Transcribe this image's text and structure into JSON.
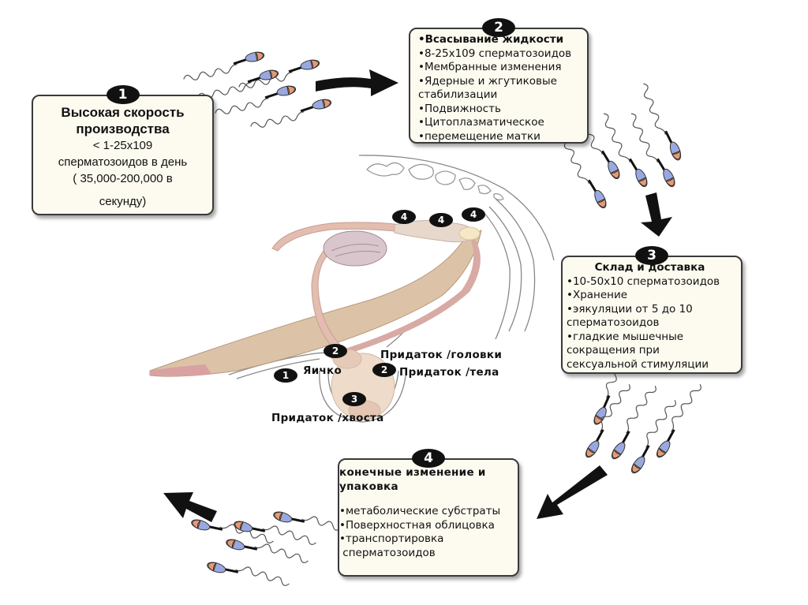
{
  "diagram": {
    "type": "process-cycle",
    "steps": [
      {
        "number": "1",
        "title_lines": [
          "Высокая скорость",
          "производства"
        ],
        "body_lines": [
          "< 1-25x109",
          "сперматозоидов в день",
          "( 35,000-200,000 в",
          "секунду)"
        ]
      },
      {
        "number": "2",
        "lines": [
          "•Всасывание жидкости",
          "•8-25x109 сперматозоидов",
          "•Мембранные изменения",
          "•Ядерные и жгутиковые",
          "стабилизации",
          "•Подвижность",
          "•Цитоплазматическое",
          "•перемещение матки"
        ]
      },
      {
        "number": "3",
        "title": "Склад и доставка",
        "lines": [
          "•10-50x10 сперматозоидов",
          "•Хранение",
          "•эякуляции от 5 до 10",
          "сперматозоидов",
          "•гладкие мышечные",
          "сокращения при",
          "сексуальной стимуляции"
        ]
      },
      {
        "number": "4",
        "title_lines": [
          "конечные изменение и",
          "упаковка"
        ],
        "lines": [
          "•метаболические субстраты",
          "•Поверхностная облицовка",
          "•транспортировка",
          " сперматозоидов"
        ]
      }
    ],
    "anatomy_labels": {
      "testis": {
        "badge": "1",
        "text": "Яичко"
      },
      "epididymis_head": {
        "badge": "2",
        "text": "Придаток /головки"
      },
      "epididymis_body": {
        "badge": "2",
        "text": "Придаток /тела"
      },
      "epididymis_tail": {
        "badge": "3",
        "text": "Придаток /хвоста"
      },
      "glands": [
        {
          "badge": "4"
        },
        {
          "badge": "4"
        },
        {
          "badge": "4"
        }
      ]
    },
    "colors": {
      "box_fill": "#fdfbf0",
      "badge": "#111111",
      "arrow": "#111111",
      "sperm_head_tip": "#e79a72",
      "sperm_head_base": "#9aa8e0",
      "tissue": "#e6c2b4",
      "tissue_dark": "#d3a597"
    }
  }
}
